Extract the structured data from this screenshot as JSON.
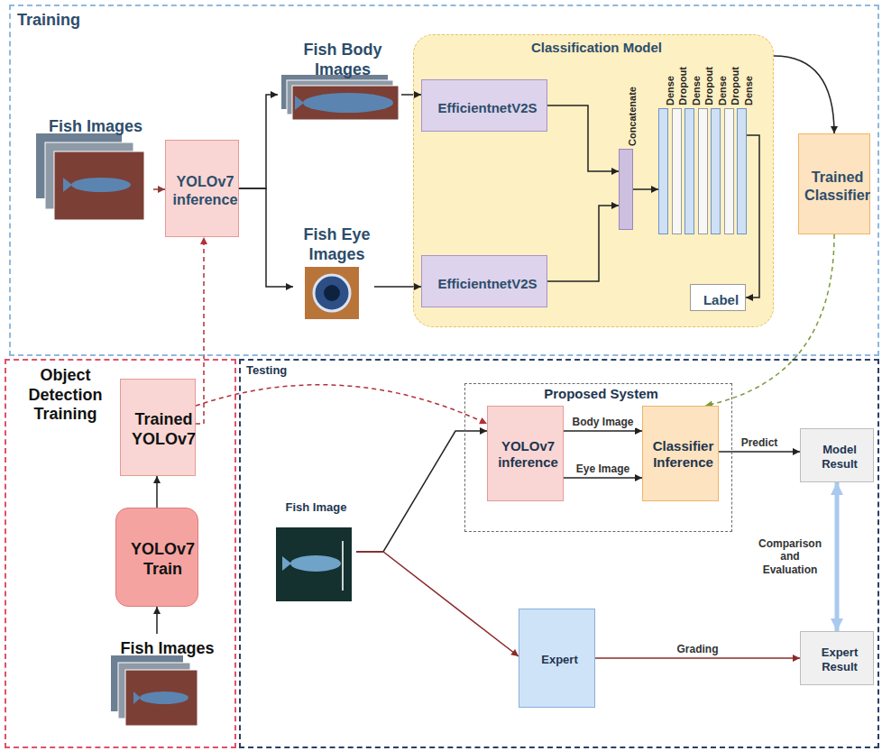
{
  "diagram": {
    "nodes": [
      {
        "text": [
          "Training"
        ]
      },
      {
        "text": [
          "Fish Images"
        ],
        "in": 0
      },
      {
        "text": [
          "YOLOv7 inference"
        ],
        "in": 0
      },
      {
        "text": [
          "Fish Body Images"
        ],
        "in": 0
      },
      {
        "text": [
          "Fish Eye Images"
        ],
        "in": 0
      },
      {
        "text": [
          "Classification Model"
        ],
        "in": 0
      },
      {
        "text": [
          "EfficientnetV2S"
        ],
        "in": 5
      },
      {
        "text": [
          "EfficientnetV2S"
        ],
        "in": 5
      },
      {
        "text": [
          "Concatenate"
        ],
        "in": 5
      },
      {
        "text": [
          "Dense"
        ],
        "in": 5
      },
      {
        "text": [
          "Dropout"
        ],
        "in": 5
      },
      {
        "text": [
          "Dense"
        ],
        "in": 5
      },
      {
        "text": [
          "Dropout"
        ],
        "in": 5
      },
      {
        "text": [
          "Dense"
        ],
        "in": 5
      },
      {
        "text": [
          "Dropout"
        ],
        "in": 5
      },
      {
        "text": [
          "Dense"
        ],
        "in": 5
      },
      {
        "text": [
          "Label"
        ],
        "in": 5
      },
      {
        "text": [
          "Trained Classifier"
        ],
        "in": 0
      },
      {
        "text": [
          "Object Detection Training"
        ]
      },
      {
        "text": [
          "Trained YOLOv7"
        ],
        "in": 18
      },
      {
        "text": [
          "YOLOv7 Train"
        ],
        "in": 18
      },
      {
        "text": [
          "Fish Images"
        ],
        "in": 18
      },
      {
        "text": [
          "Testing"
        ]
      },
      {
        "text": [
          "Proposed System"
        ],
        "in": 22
      },
      {
        "text": [
          "YOLOv7 inference"
        ],
        "in": 23
      },
      {
        "text": [
          "Classifier Inference"
        ],
        "in": 23
      },
      {
        "text": [
          "Fish Image"
        ],
        "in": 22
      },
      {
        "text": [
          "Model Result"
        ],
        "in": 22
      },
      {
        "text": [
          "Expert"
        ],
        "in": 22
      },
      {
        "text": [
          "Expert Result"
        ],
        "in": 22
      }
    ],
    "edges": [
      {
        "from": 1,
        "to": 2,
        "arrow": "to"
      },
      {
        "from": 2,
        "to": 3,
        "arrow": "to"
      },
      {
        "from": 2,
        "to": 4,
        "arrow": "to"
      },
      {
        "from": 3,
        "to": 6,
        "arrow": "to"
      },
      {
        "from": 4,
        "to": 7,
        "arrow": "to"
      },
      {
        "from": 6,
        "to": 8,
        "arrow": "to"
      },
      {
        "from": 7,
        "to": 8,
        "arrow": "to"
      },
      {
        "from": 8,
        "to": 9,
        "arrow": "to"
      },
      {
        "from": 15,
        "to": 16,
        "arrow": "to"
      },
      {
        "from": 5,
        "to": 17,
        "arrow": "to"
      },
      {
        "from": 21,
        "to": 20,
        "arrow": "to"
      },
      {
        "from": 20,
        "to": 19,
        "arrow": "to"
      },
      {
        "from": 19,
        "to": 2,
        "arrow": "to"
      },
      {
        "from": 19,
        "to": 24,
        "arrow": "to"
      },
      {
        "from": 17,
        "to": 25,
        "arrow": "to"
      },
      {
        "from": 26,
        "to": 24,
        "arrow": "to"
      },
      {
        "from": 26,
        "to": 28,
        "arrow": "to"
      },
      {
        "from": 24,
        "to": 25,
        "label": "Body Image",
        "arrow": "to"
      },
      {
        "from": 24,
        "to": 25,
        "label": "Eye Image",
        "arrow": "to"
      },
      {
        "from": 25,
        "to": 27,
        "label": "Predict",
        "arrow": "to"
      },
      {
        "from": 28,
        "to": 29,
        "label": "Grading",
        "arrow": "to"
      },
      {
        "from": 27,
        "to": 29,
        "label": "Comparison and Evaluation",
        "arrow": "both"
      }
    ]
  }
}
